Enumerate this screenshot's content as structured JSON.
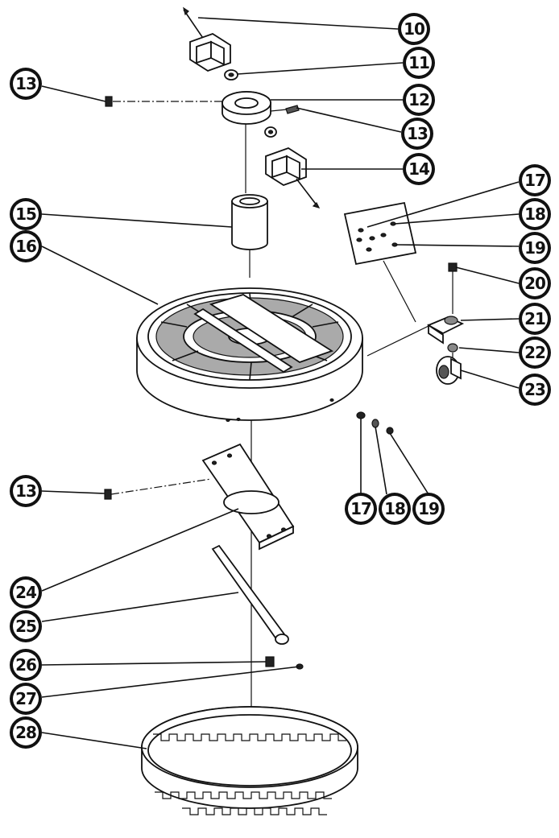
{
  "callouts": [
    "10",
    "11",
    "12",
    "13",
    "13",
    "14",
    "15",
    "16",
    "17",
    "18",
    "19",
    "20",
    "21",
    "22",
    "23",
    "17",
    "18",
    "19",
    "13",
    "24",
    "25",
    "26",
    "27",
    "28"
  ]
}
